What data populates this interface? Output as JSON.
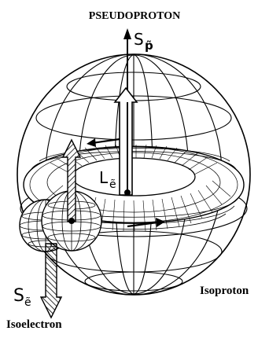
{
  "labels": {
    "title": "PSEUDOPROTON",
    "isoproton": "Isoproton",
    "isoelectron": "Isoelectron",
    "spin_proton_main": "S",
    "spin_proton_sub": "p̃",
    "spin_electron_main": "S",
    "spin_electron_sub": "ẽ",
    "orbital_main": "L",
    "orbital_sub": "ẽ"
  },
  "colors": {
    "ink": "#000000",
    "paper": "#ffffff"
  }
}
